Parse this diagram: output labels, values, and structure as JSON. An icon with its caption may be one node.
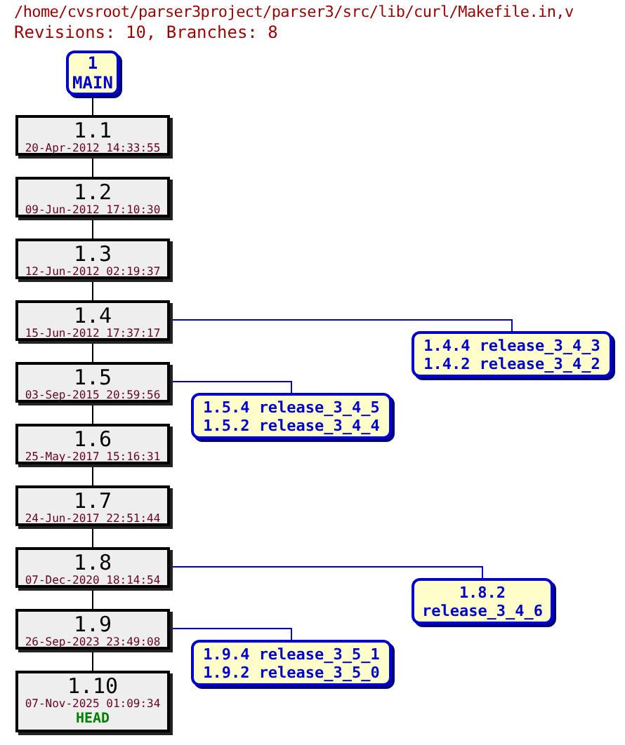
{
  "diagram": {
    "title": "/home/cvsroot/parser3project/parser3/src/lib/curl/Makefile.in,v",
    "nodes": [
      {
        "text": [
          "1",
          "MAIN"
        ]
      },
      {
        "text": [
          "1.1",
          "20-Apr-2012 14:33:55"
        ]
      },
      {
        "text": [
          "1.2",
          "09-Jun-2012 17:10:30"
        ]
      },
      {
        "text": [
          "1.3",
          "12-Jun-2012 02:19:37"
        ]
      },
      {
        "text": [
          "1.4",
          "15-Jun-2012 17:37:17"
        ]
      },
      {
        "text": [
          "1.5",
          "03-Sep-2015 20:59:56"
        ]
      },
      {
        "text": [
          "1.6",
          "25-May-2017 15:16:31"
        ]
      },
      {
        "text": [
          "1.7",
          "24-Jun-2017 22:51:44"
        ]
      },
      {
        "text": [
          "1.8",
          "07-Dec-2020 18:14:54"
        ]
      },
      {
        "text": [
          "1.9",
          "26-Sep-2023 23:49:08"
        ]
      },
      {
        "text": [
          "1.10",
          "07-Nov-2025 01:09:34",
          "HEAD"
        ]
      },
      {
        "text": [
          "1.4.4 release_3_4_3",
          "1.4.2 release_3_4_2"
        ]
      },
      {
        "text": [
          "1.5.4 release_3_4_5",
          "1.5.2 release_3_4_4"
        ]
      },
      {
        "text": [
          "1.8.2",
          "release_3_4_6"
        ]
      },
      {
        "text": [
          "1.9.4 release_3_5_1",
          "1.9.2 release_3_5_0"
        ]
      }
    ],
    "edges": [
      {
        "from": 0,
        "to": 1,
        "arrow": "none"
      },
      {
        "from": 1,
        "to": 2,
        "arrow": "none"
      },
      {
        "from": 2,
        "to": 3,
        "arrow": "none"
      },
      {
        "from": 3,
        "to": 4,
        "arrow": "none"
      },
      {
        "from": 4,
        "to": 5,
        "arrow": "none"
      },
      {
        "from": 5,
        "to": 6,
        "arrow": "none"
      },
      {
        "from": 6,
        "to": 7,
        "arrow": "none"
      },
      {
        "from": 7,
        "to": 8,
        "arrow": "none"
      },
      {
        "from": 8,
        "to": 9,
        "arrow": "none"
      },
      {
        "from": 9,
        "to": 10,
        "arrow": "none"
      },
      {
        "from": 4,
        "to": 11,
        "arrow": "none",
        "color": "#0000cc"
      },
      {
        "from": 5,
        "to": 12,
        "arrow": "none",
        "color": "#0000cc"
      },
      {
        "from": 8,
        "to": 13,
        "arrow": "none",
        "color": "#0000cc"
      },
      {
        "from": 9,
        "to": 14,
        "arrow": "none",
        "color": "#0000cc"
      }
    ],
    "labels": [
      "Revisions: 10, Branches: 8"
    ]
  }
}
